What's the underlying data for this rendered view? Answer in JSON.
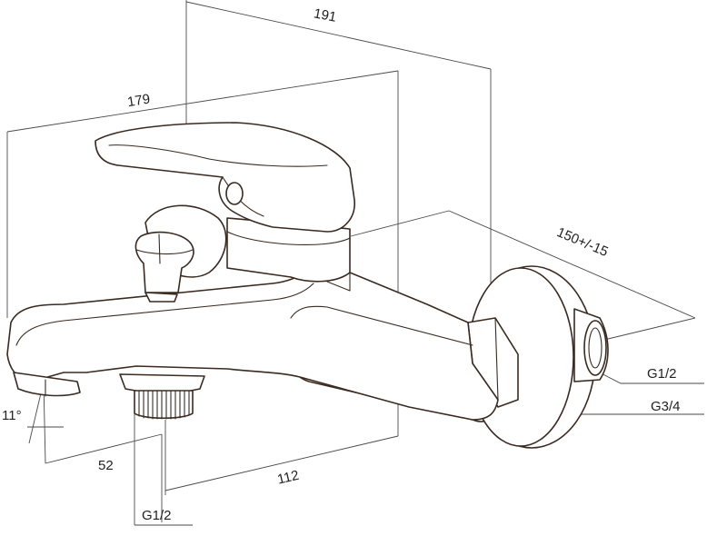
{
  "dimensions": {
    "overall_length": "191",
    "body_length": "179",
    "wall_distance": "150+/-15",
    "outlet_thread": "G1/2",
    "inlet_thread_inner": "G1/2",
    "inlet_thread_outer": "G3/4",
    "spout_angle": "11°",
    "spout_to_outlet": "52",
    "outlet_to_wall": "112"
  }
}
